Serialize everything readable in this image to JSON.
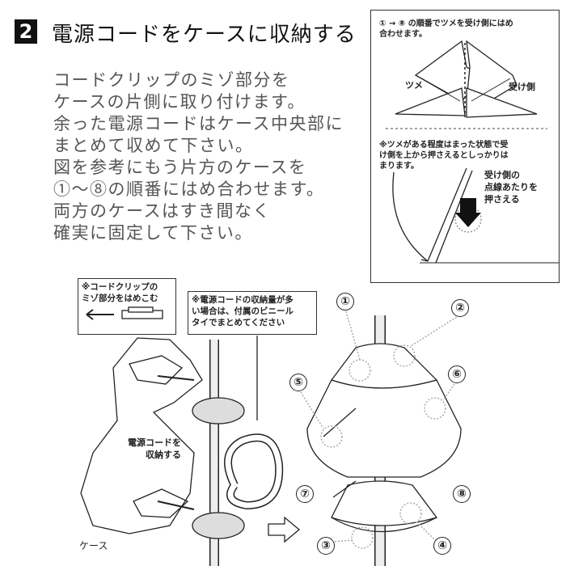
{
  "step": {
    "number": "2",
    "title": "電源コードをケースに収納する"
  },
  "instructions": [
    "コードクリップのミゾ部分を",
    "ケースの片側に取り付けます。",
    "余った電源コードはケース中央部に",
    "まとめて収めて下さい。",
    "図を参考にもう片方のケースを",
    "①～⑧の順番にはめ合わせます。",
    "両方のケースはすき間なく",
    "確実に固定して下さい。"
  ],
  "detail_figure": {
    "caption_line1": "① → ⑧ の順番でツメを受け側にはめ",
    "caption_line2": "合わせます。",
    "label_tab": "ツメ",
    "label_receiver": "受け側",
    "note_line1": "※ツメがある程度はまった状態で受",
    "note_line2": "け側を上から押さえるとしっかりは",
    "note_line3": "まります。",
    "press_line1": "受け側の",
    "press_line2": "点線あたりを",
    "press_line3": "押さえる"
  },
  "main_figure": {
    "clip_note_line1": "※コードクリップの",
    "clip_note_line2": "ミゾ部分をはめこむ",
    "tie_note_line1": "※電源コードの収納量が多",
    "tie_note_line2": "い場合は、付属のビニール",
    "tie_note_line3": "タイでまとめてください",
    "store_label_line1": "電源コードを",
    "store_label_line2": "収納する",
    "case_label": "ケース"
  },
  "order_numbers": [
    "①",
    "②",
    "③",
    "④",
    "⑤",
    "⑥",
    "⑦",
    "⑧"
  ]
}
